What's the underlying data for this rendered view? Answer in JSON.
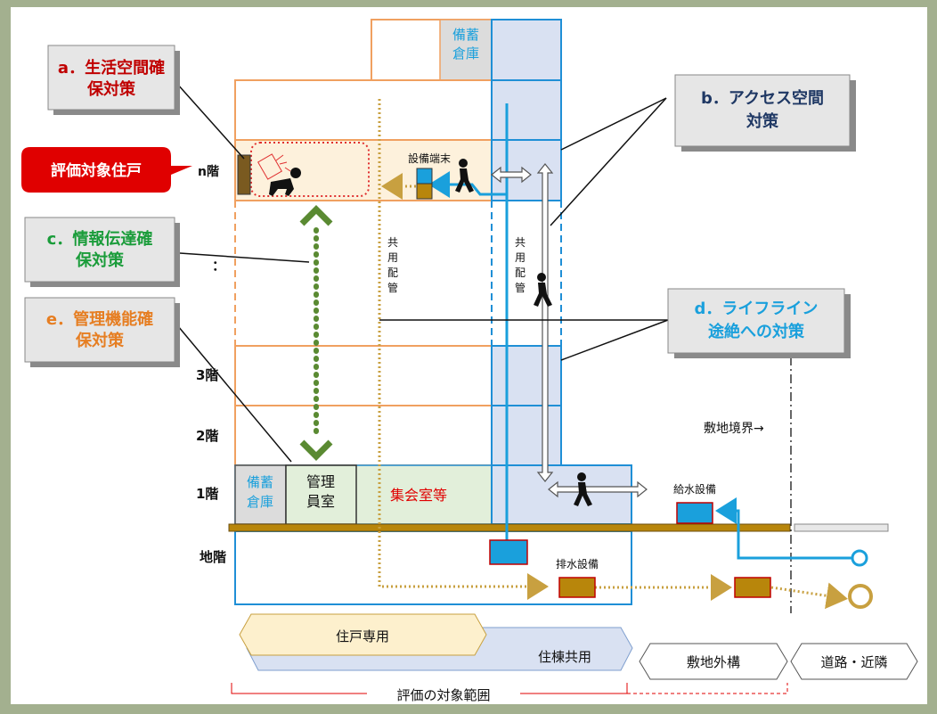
{
  "callouts": {
    "a": "a．生活空間確\n保対策",
    "b": "b．アクセス空間\n対策",
    "c": "c．情報伝達確\n保対策",
    "d": "d．ライフライン\n途絶への対策",
    "e": "e．管理機能確\n保対策"
  },
  "target_unit": "評価対象住戸",
  "floors": {
    "n": "n階",
    "dots": "：",
    "f3": "3階",
    "f2": "2階",
    "f1": "1階",
    "basement": "地階"
  },
  "labels": {
    "storage_top": "備蓄\n倉庫",
    "storage_1f": "備蓄\n倉庫",
    "manager_room": "管理\n員室",
    "assembly_room": "集会室等",
    "equipment_terminal": "設備端末",
    "shared_pipe_1": "共\n用\n配\n管",
    "shared_pipe_2": "共\n用\n配\n管",
    "site_boundary": "敷地境界→",
    "water_supply": "給水設備",
    "drainage": "排水設備"
  },
  "scope": {
    "private": "住戸専用",
    "common": "住棟共用",
    "site_exterior": "敷地外構",
    "road_neighbor": "道路・近隣",
    "evaluation_scope": "評価の対象範囲"
  },
  "colors": {
    "orange": "#f0a060",
    "blue": "#1f8fd6",
    "light_blue_fill": "#d9e1f2",
    "red_text": "#c00000",
    "green_text": "#1a9c3a",
    "orange_text": "#e67e22",
    "cyan_text": "#1aa0dc",
    "navy_text": "#1f3864",
    "ground": "#b8860b",
    "pipe_brown": "#c8a040",
    "green_arrow": "#5a8a32"
  }
}
